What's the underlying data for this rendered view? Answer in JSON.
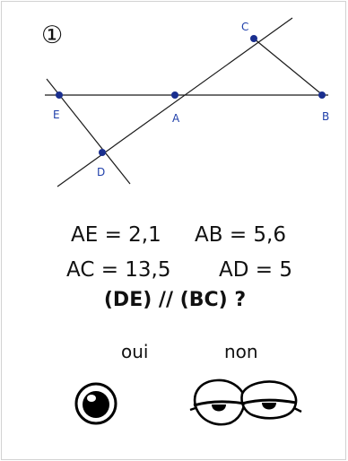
{
  "exercise": {
    "number_symbol": "①"
  },
  "figure": {
    "points": [
      {
        "name": "C",
        "label": "C"
      },
      {
        "name": "E",
        "label": "E"
      },
      {
        "name": "A",
        "label": "A"
      },
      {
        "name": "B",
        "label": "B"
      },
      {
        "name": "D",
        "label": "D"
      }
    ],
    "colors": {
      "line": "#1b1b1b",
      "point": "#1a2f8f",
      "label": "#1f3faa"
    }
  },
  "measures": {
    "ae": "AE = 2,1",
    "ab": "AB = 5,6",
    "ac": "AC = 13,5",
    "ad": "AD = 5"
  },
  "question": "(DE) // (BC) ?",
  "answers": {
    "yes_label": "oui",
    "no_label": "non"
  },
  "icons": {
    "yes": "open-eye-icon",
    "no": "sleepy-eyes-icon"
  }
}
